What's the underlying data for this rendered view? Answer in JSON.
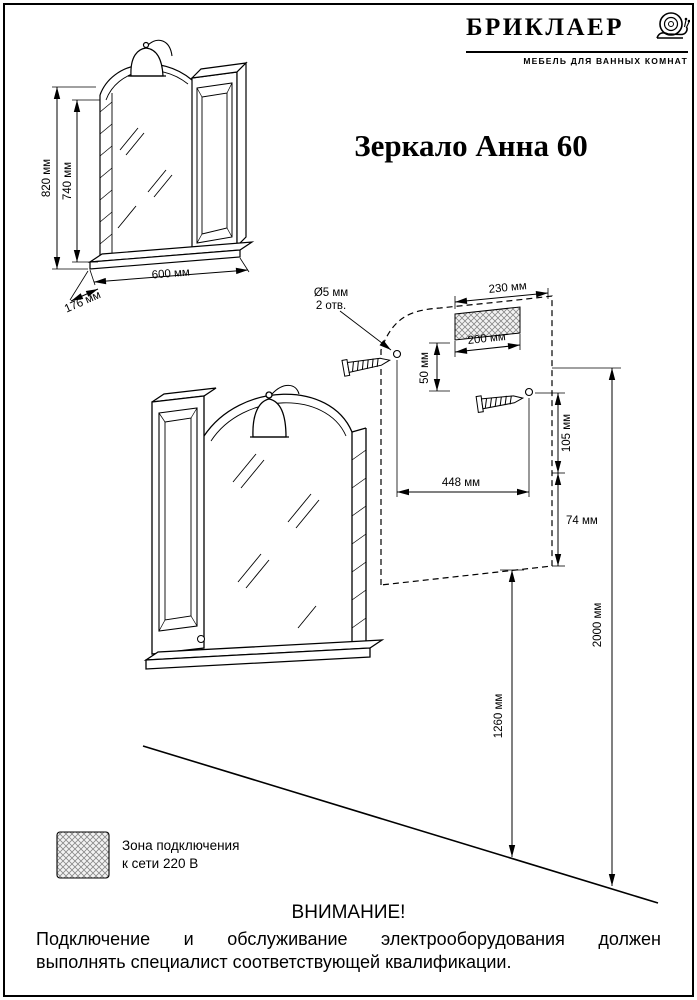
{
  "logo": {
    "brand": "БРИКЛАЕР",
    "tagline": "МЕБЕЛЬ ДЛЯ ВАННЫХ КОМНАТ",
    "snail_icon": "snail"
  },
  "title": "Зеркало Анна 60",
  "overview": {
    "h820": "820 мм",
    "h740": "740 мм",
    "w600": "600 мм",
    "d176": "176 мм"
  },
  "install": {
    "holes_d": "Ø5 мм",
    "holes_n": "2 отв.",
    "top_width": "230 мм",
    "zone_width": "200 мм",
    "zone_drop": "50 мм",
    "screw_top": "105 мм",
    "screw_span": "448 мм",
    "side": "74 мм",
    "h_total": "2000 мм",
    "h_bottom": "1260 мм"
  },
  "legend": {
    "line1": "Зона подключения",
    "line2": "к сети 220 В"
  },
  "warning": {
    "title": "ВНИМАНИЕ!",
    "line1": "Подключение и обслуживание электрооборудования должен",
    "line2": "выполнять специалист соответствующей квалификации."
  }
}
